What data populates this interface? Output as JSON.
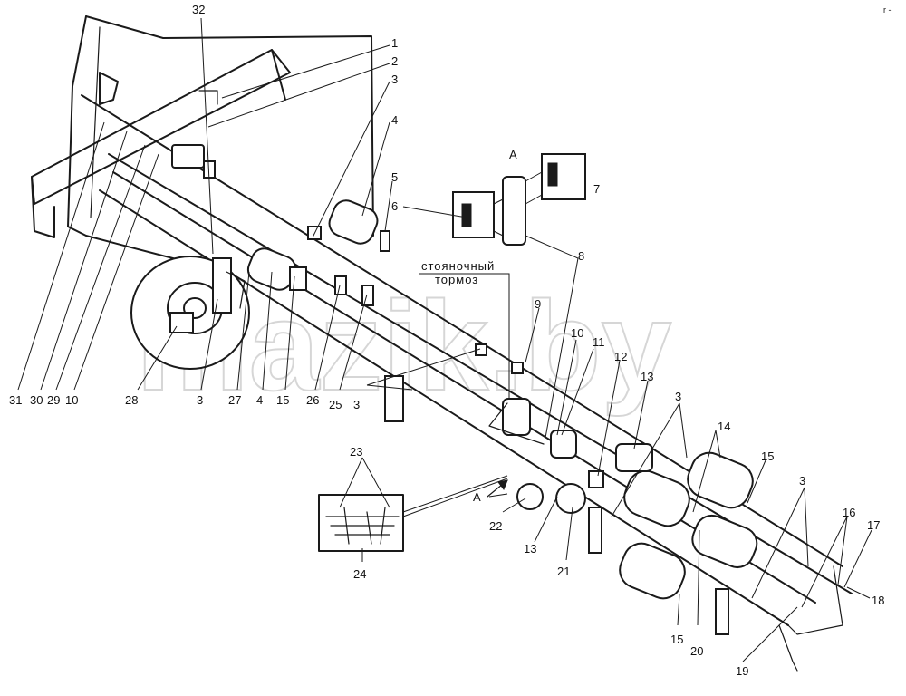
{
  "watermark": "mazik.by",
  "caption": {
    "line1": "стояночный",
    "line2": "тормоз"
  },
  "view_marker": "A",
  "corner_mark": "r -",
  "callouts": [
    "32",
    "1",
    "2",
    "3",
    "4",
    "5",
    "A",
    "7",
    "6",
    "8",
    "9",
    "10",
    "11",
    "12",
    "13",
    "3",
    "14",
    "15",
    "3",
    "16",
    "17",
    "18",
    "19",
    "20",
    "15",
    "21",
    "13",
    "22",
    "23",
    "24",
    "28",
    "3",
    "27",
    "4",
    "15",
    "26",
    "25",
    "3",
    "31",
    "30",
    "29",
    "10"
  ]
}
